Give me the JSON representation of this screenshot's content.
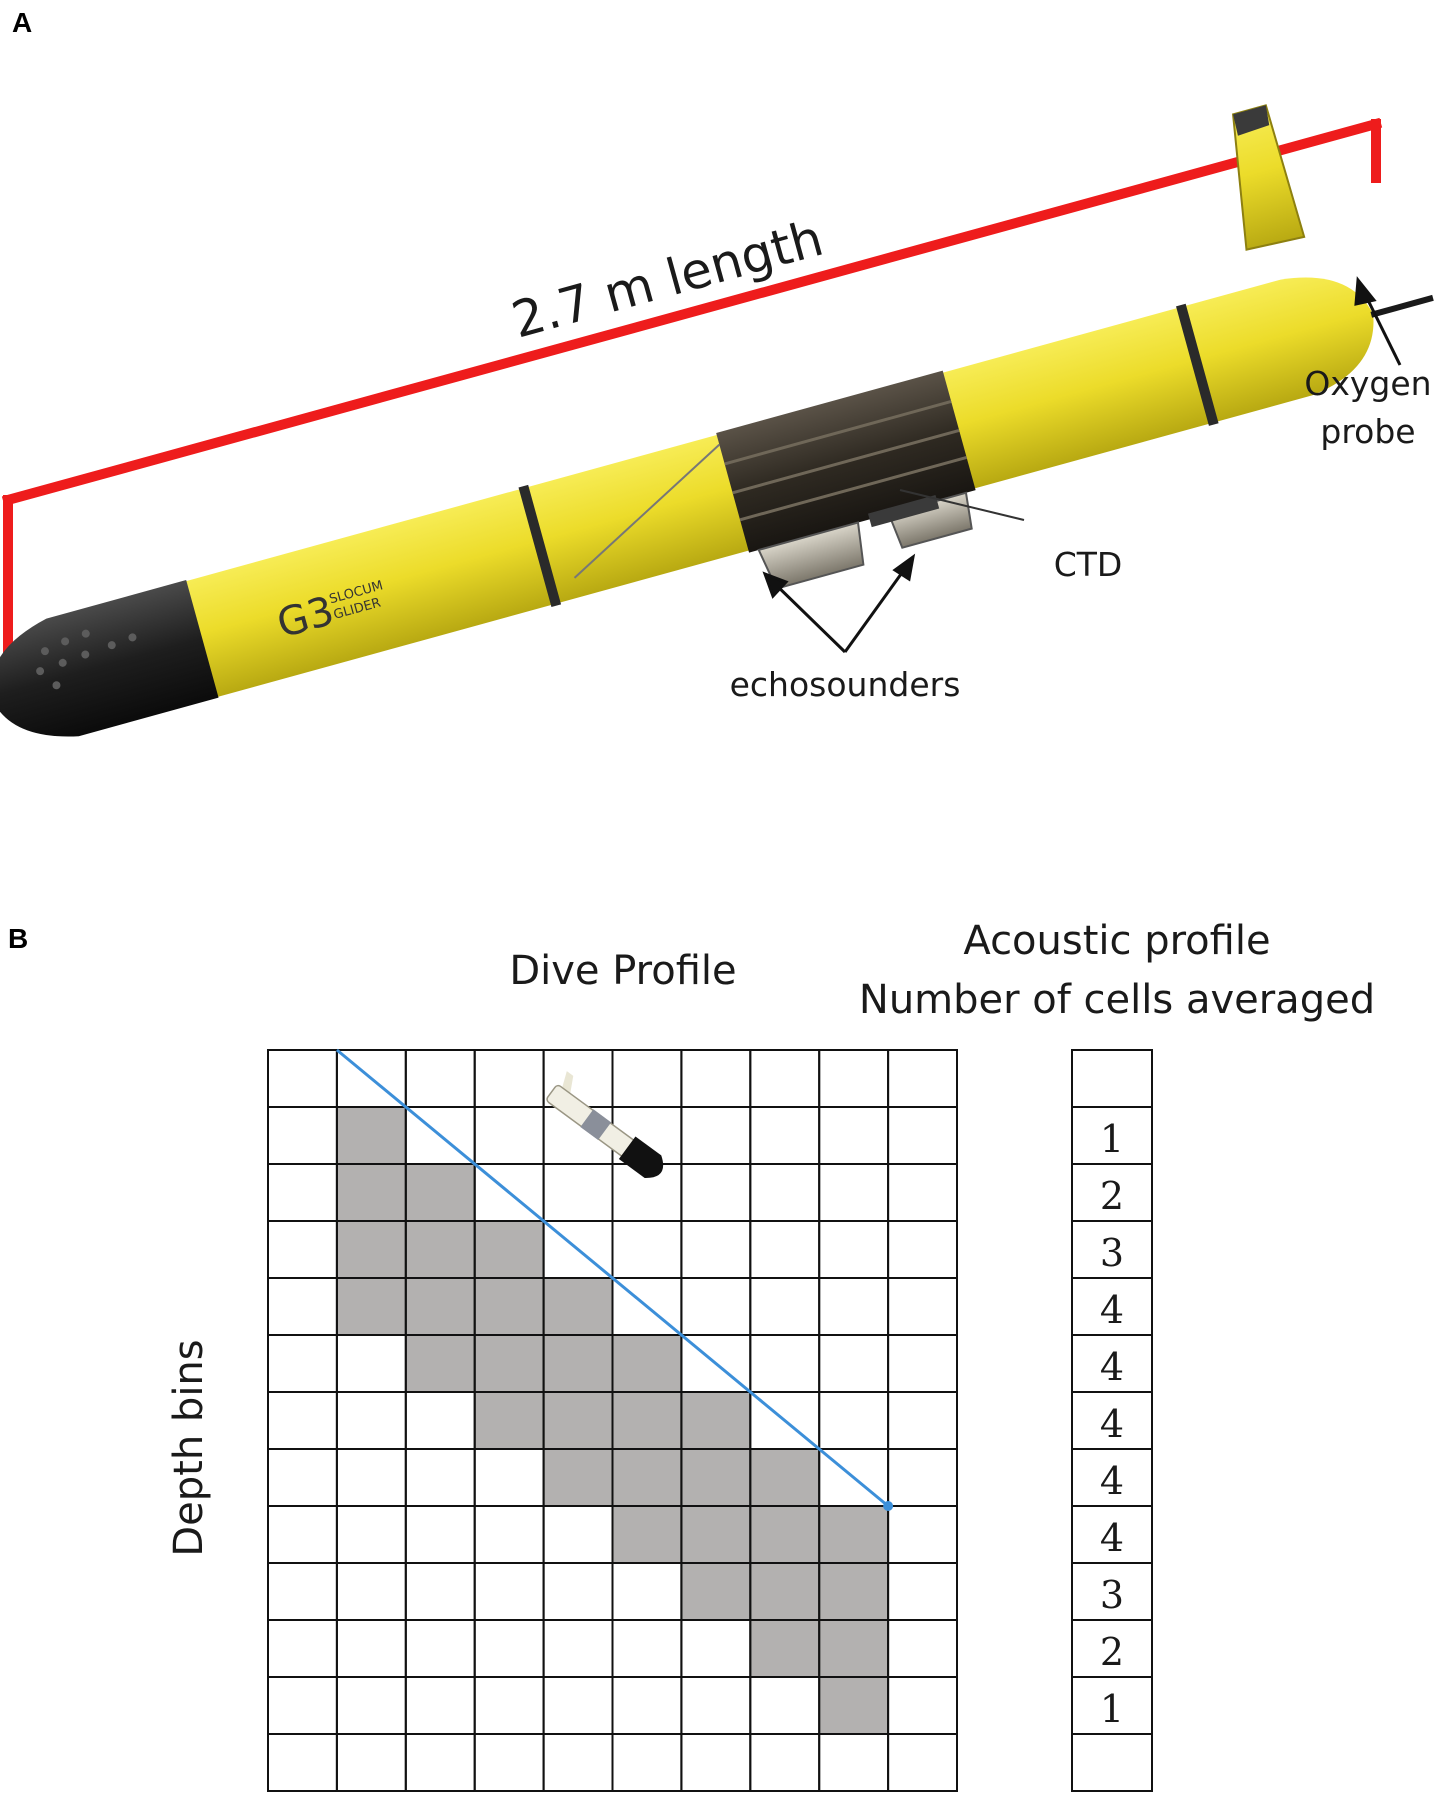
{
  "panel_a": {
    "letter": "A",
    "length_label": "2.7 m length",
    "oxygen_label_line1": "Oxygen",
    "oxygen_label_line2": "probe",
    "ctd_label": "CTD",
    "echosounders_label": "echosounders",
    "logo_model": "G3",
    "logo_line1": "SLOCUM",
    "logo_line2": "GLIDER",
    "colors": {
      "body": "#ecdc2a",
      "nose": "#1e1e1e",
      "measure": "#ee1c1c",
      "midsection": "#2f2a22"
    }
  },
  "panel_b": {
    "letter": "B",
    "dive_title": "Dive Profile",
    "acoustic_title_line1": "Acoustic profile",
    "acoustic_title_line2": "Number of cells averaged",
    "y_axis_label": "Depth bins",
    "grid": {
      "cols": 10,
      "rows": 13
    },
    "shaded_cells_by_column": [
      [],
      [
        1,
        2,
        3,
        4
      ],
      [
        2,
        3,
        4,
        5
      ],
      [
        3,
        4,
        5,
        6
      ],
      [
        4,
        5,
        6,
        7
      ],
      [
        5,
        6,
        7,
        8
      ],
      [
        6,
        7,
        8,
        9
      ],
      [
        7,
        8,
        9,
        10
      ],
      [
        8,
        9,
        10,
        11
      ],
      []
    ],
    "cells_averaged": [
      "",
      "1",
      "2",
      "3",
      "4",
      "4",
      "4",
      "4",
      "4",
      "3",
      "2",
      "1",
      ""
    ],
    "colors": {
      "shade": "#b3b1b0",
      "grid": "#111111",
      "dive_line": "#3c8fd9"
    }
  }
}
